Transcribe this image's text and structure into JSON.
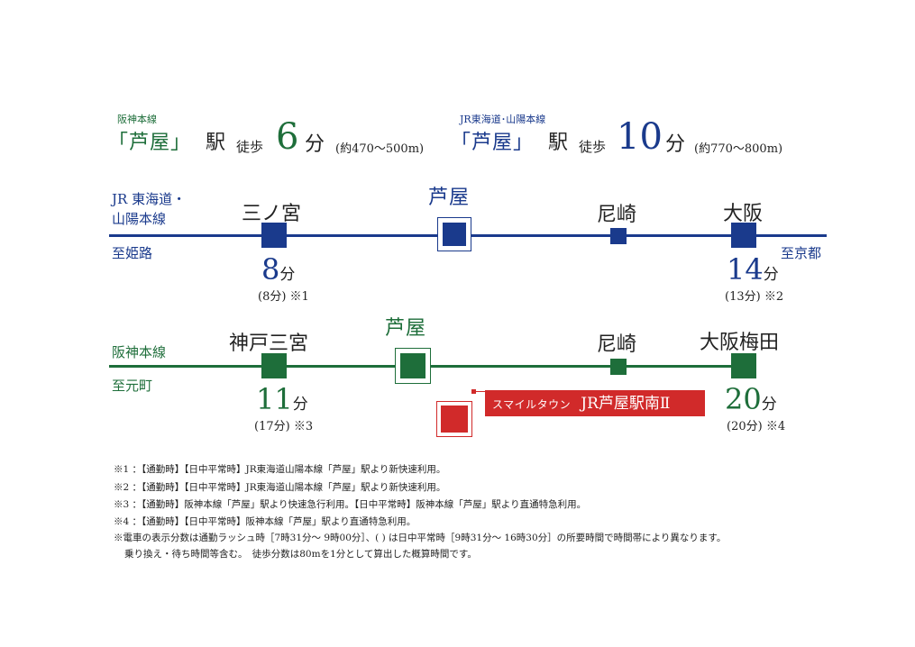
{
  "header": {
    "hanshin": {
      "line": "阪神本線",
      "station": "「芦屋」",
      "eki": "駅",
      "walk": "徒歩",
      "minutes": "6",
      "unit": "分",
      "range": "(約470～500m)"
    },
    "jr": {
      "line": "JR東海道･山陽本線",
      "station": "「芦屋」",
      "eki": "駅",
      "walk": "徒歩",
      "minutes": "10",
      "unit": "分",
      "range": "(約770～800m)"
    }
  },
  "jr_line": {
    "name_line1": "JR 東海道・",
    "name_line2": "山陽本線",
    "dir_left": "至姫路",
    "dir_right": "至京都",
    "stations": {
      "sannomiya": "三ノ宮",
      "ashiya": "芦屋",
      "amagasaki": "尼崎",
      "osaka": "大阪"
    },
    "times": {
      "sannomiya": {
        "num": "8",
        "unit": "分",
        "sub": "(8分) ※1"
      },
      "osaka": {
        "num": "14",
        "unit": "分",
        "sub": "(13分) ※2"
      }
    }
  },
  "hanshin_line": {
    "name": "阪神本線",
    "dir_left": "至元町",
    "stations": {
      "kobe_sannomiya": "神戸三宮",
      "ashiya": "芦屋",
      "amagasaki": "尼崎",
      "osaka_umeda": "大阪梅田"
    },
    "times": {
      "kobe_sannomiya": {
        "num": "11",
        "unit": "分",
        "sub": "(17分) ※3"
      },
      "osaka_umeda": {
        "num": "20",
        "unit": "分",
        "sub": "(20分) ※4"
      }
    }
  },
  "property": {
    "name_prefix": "スマイルタウン",
    "name_main": "JR芦屋駅南Ⅱ"
  },
  "notes": [
    "※1 ：【通勤時】【日中平常時】JR東海道山陽本線「芦屋」駅より新快速利用。",
    "※2 ：【通勤時】【日中平常時】JR東海道山陽本線「芦屋」駅より新快速利用。",
    "※3 ：【通勤時】阪神本線「芦屋」駅より快速急行利用。【日中平常時】阪神本線「芦屋」駅より直通特急利用。",
    "※4 ：【通勤時】【日中平常時】阪神本線「芦屋」駅より直通特急利用。",
    "※電車の表示分数は通勤ラッシュ時［7時31分～ 9時00分］、( ) は日中平常時［9時31分～ 16時30分］の所要時間で時間帯により異なります。",
    "乗り換え・待ち時間等含む。　徒歩分数は80mを1分として算出した概算時間です。"
  ],
  "colors": {
    "jr_blue": "#1a3a8c",
    "hanshin_green": "#1e6e3a",
    "property_red": "#d12a2a"
  }
}
